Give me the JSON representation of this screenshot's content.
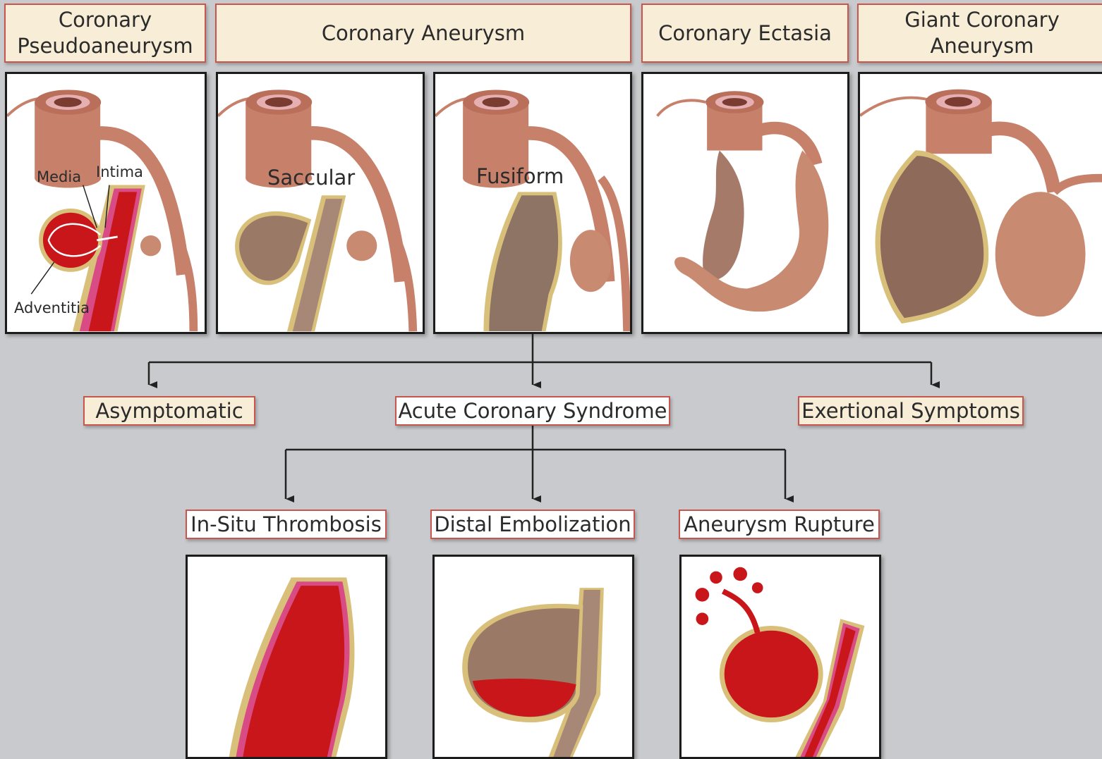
{
  "headers": {
    "pseudoaneurysm": [
      "Coronary",
      "Pseudoaneurysm"
    ],
    "aneurysm": "Coronary Aneurysm",
    "ectasia": "Coronary Ectasia",
    "giant": [
      "Giant Coronary",
      "Aneurysm"
    ]
  },
  "panel_labels": {
    "media": "Media",
    "intima": "Intima",
    "adventitia": "Adventitia",
    "saccular": "Saccular",
    "fusiform": "Fusiform"
  },
  "presentations": {
    "asymptomatic": "Asymptomatic",
    "acs": "Acute Coronary Syndrome",
    "exertional": "Exertional Symptoms"
  },
  "complications": {
    "thrombosis": "In-Situ Thrombosis",
    "embolization": "Distal Embolization",
    "rupture": "Aneurysm Rupture"
  },
  "colors": {
    "background": "#c9cacd",
    "box_fill": "#f8edd6",
    "box_border": "#c9554f",
    "vessel": "#c7806a",
    "blood": "#c8161b"
  }
}
